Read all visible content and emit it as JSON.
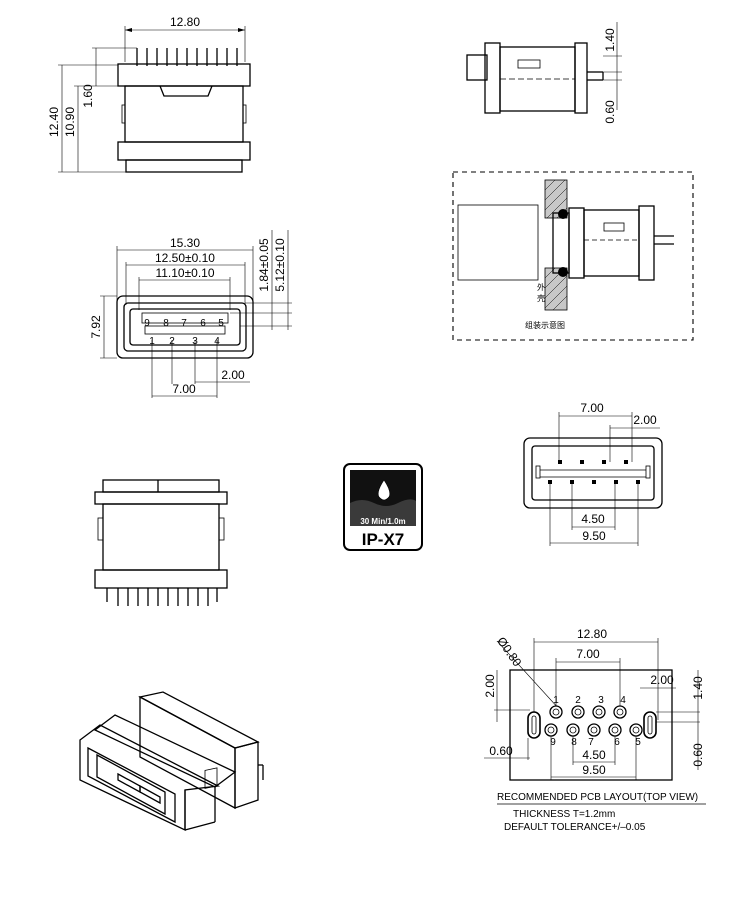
{
  "top_front": {
    "width": "12.80",
    "height_total": "12.40",
    "height_body": "10.90",
    "pin_offset": "1.60"
  },
  "top_side": {
    "dim_top": "1.40",
    "dim_bottom": "0.60"
  },
  "front_face": {
    "width_outer": "15.30",
    "width_mid": "12.50±0.10",
    "width_inner": "11.10±0.10",
    "height_a": "1.84±0.05",
    "height_b": "5.12±0.10",
    "height_total": "7.92",
    "pitch_small": "2.00",
    "span": "7.00",
    "pins_top": [
      "9",
      "8",
      "7",
      "6",
      "5"
    ],
    "pins_bottom": [
      "1",
      "2",
      "3",
      "4"
    ]
  },
  "assembly": {
    "chars": [
      "外",
      "壳"
    ],
    "caption": "组装示意图"
  },
  "bottom_face": {
    "top_span": "7.00",
    "top_pitch": "2.00",
    "bottom_span_small": "4.50",
    "bottom_span": "9.50"
  },
  "badge": {
    "rating": "30 Min/1.0m",
    "label": "IP-X7"
  },
  "pcb": {
    "width": "12.80",
    "span_top": "7.00",
    "pitch_right": "2.00",
    "pitch_left": "2.00",
    "hole": "Ø0.80",
    "dim_right_top": "1.40",
    "dim_right_bottom": "0.60",
    "dim_left_bottom": "0.60",
    "span_mid": "4.50",
    "span_bottom": "9.50",
    "pins_top": [
      "1",
      "2",
      "3",
      "4"
    ],
    "pins_bottom": [
      "9",
      "8",
      "7",
      "6",
      "5"
    ],
    "title": "RECOMMENDED PCB LAYOUT(TOP VIEW)",
    "thickness": "THICKNESS  T=1.2mm",
    "tolerance": "DEFAULT TOLERANCE+/‒0.05"
  }
}
